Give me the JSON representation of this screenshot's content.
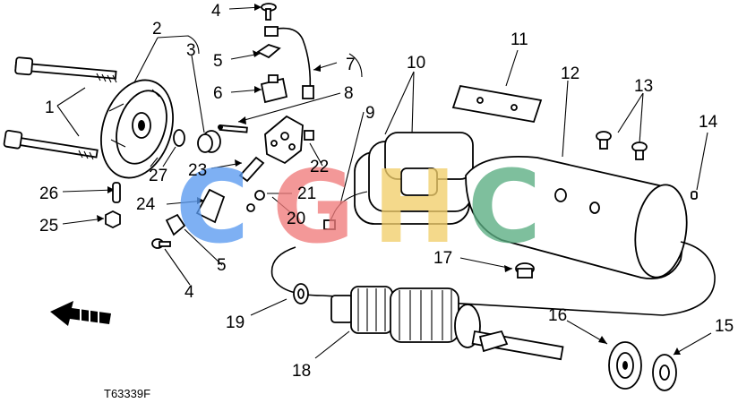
{
  "figure": {
    "reference": "T63339F",
    "watermark": [
      {
        "char": "C",
        "color": "#5b9bf0"
      },
      {
        "char": "G",
        "color": "#f07c7c"
      },
      {
        "char": "H",
        "color": "#f2cf6b"
      },
      {
        "char": "C",
        "color": "#5aae82"
      }
    ],
    "callouts": [
      "1",
      "2",
      "3",
      "4",
      "5",
      "6",
      "7",
      "8",
      "9",
      "10",
      "11",
      "12",
      "13",
      "14",
      "15",
      "16",
      "17",
      "18",
      "19",
      "20",
      "21",
      "22",
      "23",
      "24",
      "25",
      "26",
      "27",
      "4",
      "5"
    ]
  }
}
